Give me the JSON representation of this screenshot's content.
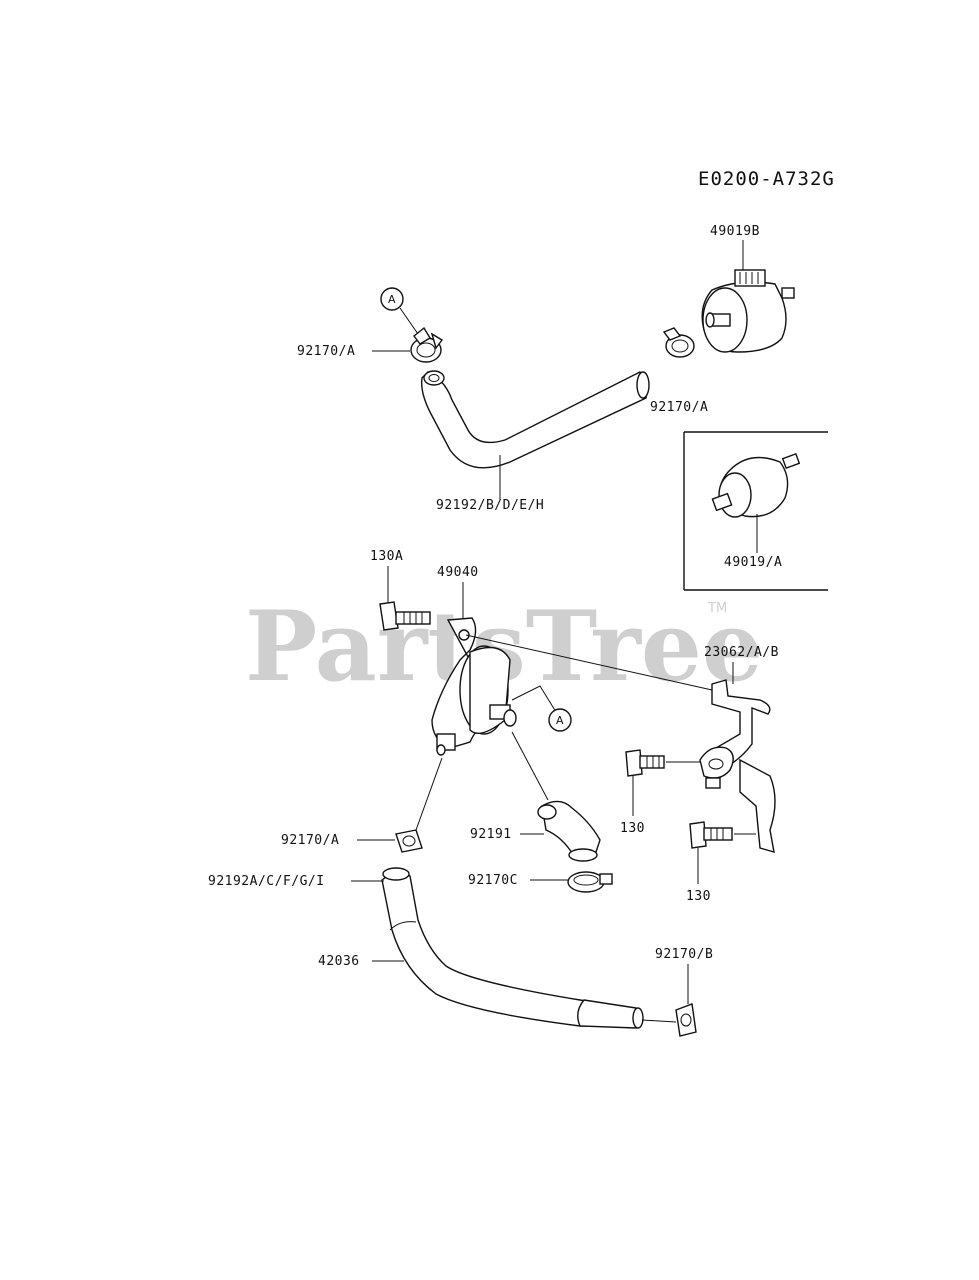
{
  "diagram_code": "E0200-A732G",
  "watermark": {
    "text": "PartsTree",
    "tm": "TM"
  },
  "callouts": {
    "a1": "A",
    "a2": "A"
  },
  "labels": {
    "p49019b": "49019B",
    "p92170a_top": "92170/A",
    "p92170a_right": "92170/A",
    "p92192_top": "92192/B/D/E/H",
    "p49019a": "49019/A",
    "p130a": "130A",
    "p49040": "49040",
    "p23062": "23062/A/B",
    "p130_1": "130",
    "p130_2": "130",
    "p92170a_mid": "92170/A",
    "p92191": "92191",
    "p92192_bottom": "92192A/C/F/G/I",
    "p92170c": "92170C",
    "p42036": "42036",
    "p92170b": "92170/B"
  }
}
